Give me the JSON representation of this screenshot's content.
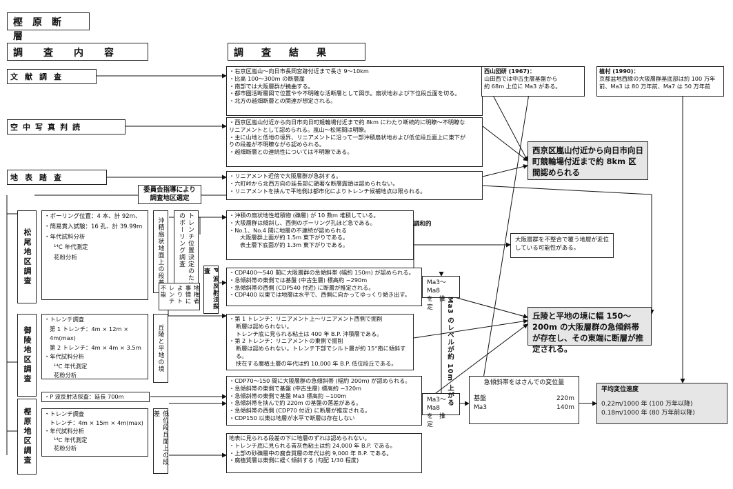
{
  "title": "樫原断層",
  "headers": {
    "survey_content": "調査内容",
    "survey_result": "調査結果"
  },
  "methods": {
    "literature": "文献調査",
    "aerial": "空中写真判読",
    "surface": "地表踏査",
    "committee": "委員会指導により\n調査地区選定"
  },
  "literature_results": [
    "・右京区嵐山〜向日市長岡宮跡付近まで長さ 9〜10km",
    "・比高 100〜300m の断層崖",
    "・南部では大阪層群が撓曲する。",
    "・都市圏活断層図で位置やや不明確な活断層として図示。扇状地および下位段丘面を切る。",
    "・北方の越畑断層との関連が想定される。"
  ],
  "aerial_results": [
    "・西京区嵐山付近から向日市向日町競輪場付近まで約 8km にわたり断続的に明瞭〜不明瞭な\nリニアメントとして認められる。嵐山〜松尾間は明瞭。",
    "・主に山地と低地の境界、リニアメントに沿って一部沖積扇状地および低位段丘面上に東下が\nりの段差が不明瞭ながら認められる。",
    "・越畑断層との連続性については不明瞭である。"
  ],
  "surface_results": [
    "・リニアメント近傍で大阪層群が急斜する。",
    "・六町峠から北西方向の延長部に顕著な断層露頭は認められない。",
    "・リニアメントを挟んで平地側は都市化によりトレンチ候補地点は限られる。"
  ],
  "refs": {
    "nishiyama": {
      "name": "西山団研 (1967)：",
      "text": "山田西では中古生層基盤から\n約 68m 上位に Ma3 がある。"
    },
    "uemura": {
      "name": "植村 (1990)：",
      "text": "京都盆地西縁の大阪層群基底部は約 100 万年\n前、Ma3 は 80 万年前、Ma7 は 50 万年前"
    }
  },
  "conclusions": {
    "c1": "西京区嵐山付近から向日市向日町競輪場付近まで約 8km 区間認められる",
    "c2": "丘陵と平地の境に幅 150〜200m の大阪層群の急傾斜帯が存在し、その東端に断層が推定される。"
  },
  "districts": {
    "matsuo": {
      "name": "松尾地区調査",
      "methods": [
        "・ボーリング位置：4 本、計 92m、",
        "・簡易貫入試験：16 孔、計 39.99m",
        "・年代試料分析",
        "¹⁴C 年代測定",
        "花粉分析"
      ],
      "fan": "沖積扇状地面上の段差",
      "trench_pos": "トレンチ位置決定のためのボーリング調査",
      "landowner": "地権者事情によりトレンチ不能",
      "p_wave": "P 波反射法探査",
      "boring_results": [
        "・沖積の扇状地性堆積物 (礫層) が 10 数m 堆積している。",
        "・大阪層群は傾斜し、西側のボーリング孔ほど急である。",
        "・No.1、No.4 間に地層の不連続が認められる",
        "大阪層群上面が約 1.5m 東下がりである。",
        "表土層下底面が約 1.3m 東下がりである。"
      ],
      "conformable": "調和的",
      "p_results": [
        "・CDP400〜540 間に大阪層群の急傾斜帯 (幅約 150m) が認められる。",
        "・急傾斜帯の東側では基盤 (中古生層) 標高約 −290m",
        "・急傾斜帯の西側 (CDP540 付近) に断層が推定される。",
        "・CDP400 以東では地層は水平で、西側に向かってゆっくり傾き出す。"
      ],
      "osaka_note": "大阪層群を不整合で覆う地層が変位している可能性がある。",
      "ma_est": "Ma3〜Ma8\nを　推　定"
    },
    "goryo": {
      "name": "御陵地区調査",
      "methods": [
        "・トレンチ調査",
        "第 1 トレンチ：4m × 12m × 4m(max)",
        "第 2 トレンチ：4m × 4m × 3.5m",
        "・年代試料分析",
        "¹⁴C 年代測定",
        "花粉分析"
      ],
      "hill": "丘陵と平地の境",
      "trench_results": [
        "・第 1 トレンチ：リニアメント上〜リニアメント西側で掘削",
        "断層は認められない。",
        "トレンチ底に見られる粘土は 400 年 B.P. 沖積層である。",
        "・第 2 トレンチ：リニアメントの東側で掘削",
        "断層は認められない。トレンチ下部でシルト層が約 15°南に傾斜する。",
        "挟在する腐植土層の年代は約 10,000 年 B.P. 低位段丘である。"
      ]
    },
    "kashihara": {
      "name": "樫原地区調査",
      "p_survey": "・P 波反射法探査：延長 700m",
      "methods": [
        "・トレンチ調査",
        "トレンチ：4m × 15m × 4m(max)",
        "・年代試料分析",
        "¹⁴C 年代測定",
        "花粉分析"
      ],
      "terrace": "低位段丘面上の段差",
      "p_results": [
        "・CDP70〜150 間に大阪層群の急傾斜帯 (幅約 200m) が認められる。",
        "・急傾斜帯の東側で基盤 (中古生層) 標高約 −320m",
        "・急傾斜帯の東側で基盤 Ma3 標高約 −100m",
        "・急傾斜帯を挟んで約 220m の基盤の落差がある。",
        "・急傾斜帯の西側 (CDP70 付近) に断層が推定される。",
        "・CDP150 以東は地層が水平で断層は存在しない"
      ],
      "ma_est": "Ma3〜Ma8\nを　推　定",
      "trench_results": [
        "地表に見られる段差の下に地層のずれは認められない。",
        "・トレンチ底に見られる青灰色粘土は約 24,000 年 B.P. である。",
        "・上部の砂礫層中の腐食質層の年代は約 9,000 年 B.P. である。",
        "・腐植質層は東側に緩く傾斜する (勾配 1/30 程度)"
      ]
    }
  },
  "ma_level": "Ma3 のレベルが約 10m 上がる",
  "displacement": {
    "header": "急傾斜帯をはさんでの変位量",
    "rows": [
      {
        "label": "基盤",
        "value": "220m"
      },
      {
        "label": "Ma3",
        "value": "140m"
      }
    ]
  },
  "avg_rate": {
    "title": "平均変位速度",
    "rows": [
      "0.22m/1000 年 (100 万年以降)",
      "0.18m/1000 年 (80 万年前以降)"
    ]
  }
}
